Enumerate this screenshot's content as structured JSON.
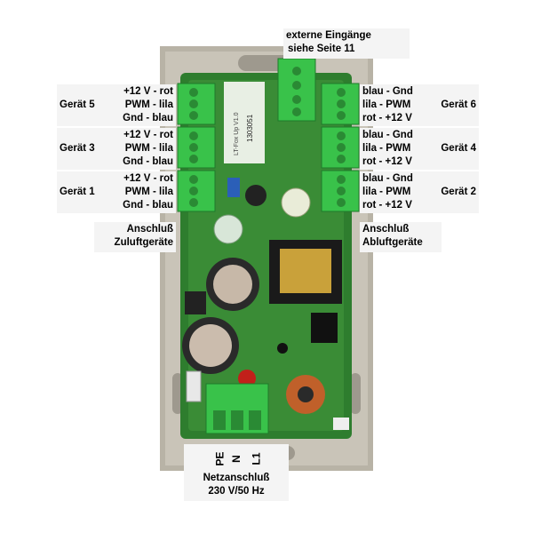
{
  "top_label": {
    "line1": "externe Eingänge",
    "line2": "siehe Seite 11"
  },
  "left_groups": [
    {
      "device": "Gerät 5",
      "lines": [
        "+12 V - rot",
        "PWM - lila",
        "Gnd - blau"
      ]
    },
    {
      "device": "Gerät 3",
      "lines": [
        "+12 V - rot",
        "PWM - lila",
        "Gnd - blau"
      ]
    },
    {
      "device": "Gerät 1",
      "lines": [
        "+12 V - rot",
        "PWM - lila",
        "Gnd - blau"
      ]
    }
  ],
  "right_groups": [
    {
      "device": "Gerät 6",
      "lines": [
        "blau - Gnd",
        "lila - PWM",
        "rot - +12 V"
      ]
    },
    {
      "device": "Gerät 4",
      "lines": [
        "blau - Gnd",
        "lila - PWM",
        "rot - +12 V"
      ]
    },
    {
      "device": "Gerät 2",
      "lines": [
        "blau - Gnd",
        "lila - PWM",
        "rot - +12 V"
      ]
    }
  ],
  "left_connector": {
    "line1": "Anschluß",
    "line2": "Zuluftgeräte"
  },
  "right_connector": {
    "line1": "Anschluß",
    "line2": "Abluftgeräte"
  },
  "mains": {
    "pe": "PE",
    "n": "N",
    "l1": "L1",
    "line1": "Netzanschluß",
    "line2": "230 V/50 Hz"
  },
  "board_text": {
    "model": "LT-Fox Up V1.0",
    "serial": "1303051"
  }
}
